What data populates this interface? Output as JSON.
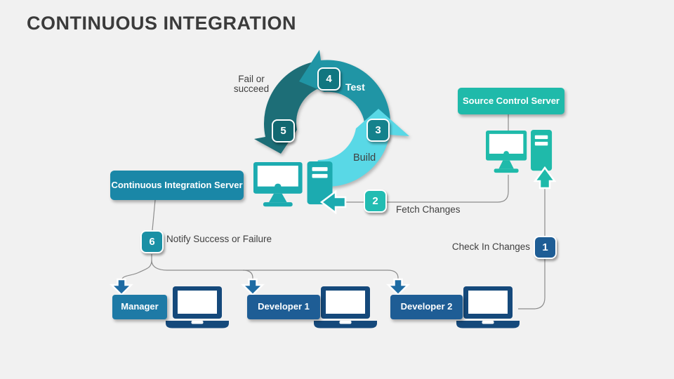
{
  "title": "CONTINUOUS INTEGRATION",
  "pills": {
    "source_control": "Source Control Server",
    "ci_server": "Continuous Integration Server",
    "manager": "Manager",
    "developer1": "Developer 1",
    "developer2": "Developer 2"
  },
  "cycle": {
    "test": "Test",
    "build": "Build",
    "fail_line1": "Fail or",
    "fail_line2": "succeed",
    "step3": "3",
    "step4": "4",
    "step5": "5"
  },
  "steps": {
    "s1": {
      "num": "1",
      "label": "Check In Changes"
    },
    "s2": {
      "num": "2",
      "label": "Fetch Changes"
    },
    "s6": {
      "num": "6",
      "label": "Notify Success or Failure"
    }
  },
  "colors": {
    "background": "#f1f1f1",
    "title_text": "#3b3b3b",
    "teal_bright": "#1fbaaa",
    "teal_computer": "#1cabb0",
    "arc_teal_mid": "#2095a5",
    "arc_teal_dark": "#1d6e77",
    "arc_cyan": "#59d8e6",
    "steel_blue": "#1a87a7",
    "badge6_teal": "#1a90a5",
    "blue_mid": "#1e7aa6",
    "blue_dark": "#1e5d95",
    "laptop_navy": "#15497b",
    "arrow_blue": "#1e6ba3",
    "connector_gray": "#8c8c8c"
  }
}
